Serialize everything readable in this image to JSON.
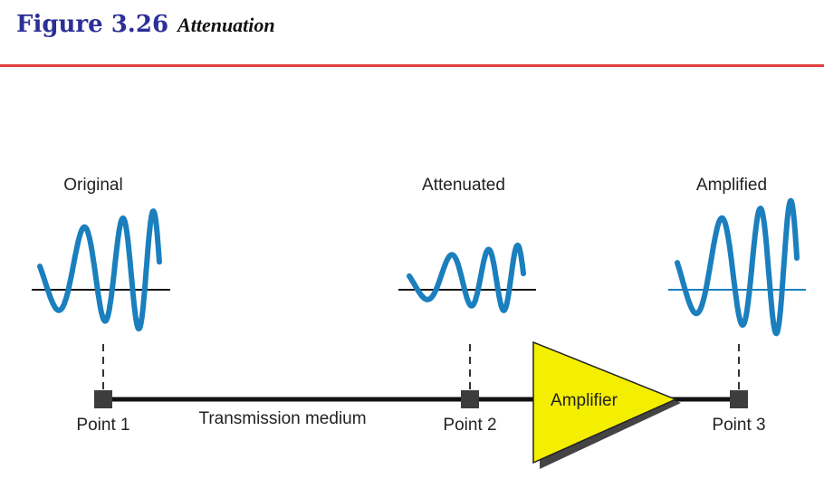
{
  "header": {
    "figure_number": "Figure 3.26",
    "caption": "Attenuation"
  },
  "diagram": {
    "signals": {
      "original": "Original",
      "attenuated": "Attenuated",
      "amplified": "Amplified"
    },
    "points": {
      "point1": "Point 1",
      "point2": "Point 2",
      "point3": "Point 3"
    },
    "medium_label": "Transmission medium",
    "amplifier_label": "Amplifier"
  },
  "colors": {
    "wave": "#1b7fbe",
    "amplifier_fill": "#f4ef00",
    "title_blue": "#2b2f96",
    "rule_red": "#e0403f"
  }
}
